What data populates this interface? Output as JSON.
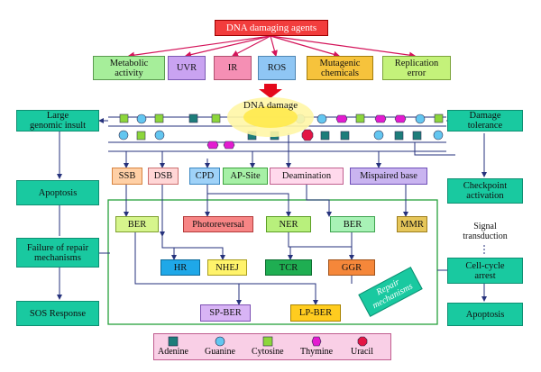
{
  "top": {
    "agents": "DNA damaging agents"
  },
  "agents": [
    {
      "label": "Metabolic\nactivity",
      "color": "#a6ee9a"
    },
    {
      "label": "UVR",
      "color": "#c9a3f1"
    },
    {
      "label": "IR",
      "color": "#f58fb4"
    },
    {
      "label": "ROS",
      "color": "#8fc6f4"
    },
    {
      "label": "Mutagenic\nchemicals",
      "color": "#f6c33c"
    },
    {
      "label": "Replication\nerror",
      "color": "#c4f27a"
    }
  ],
  "damage": {
    "label": "DNA damage"
  },
  "left": {
    "large_insult": "Large\ngenomic insult",
    "apoptosis": "Apoptosis",
    "failure": "Failure of repair\nmechanisms",
    "sos": "SOS Response"
  },
  "right": {
    "tolerance": "Damage\ntolerance",
    "checkpoint": "Checkpoint\nactivation",
    "signal": "Signal\ntransduction",
    "arrest": "Cell-cycle\narrest",
    "apoptosis": "Apoptosis"
  },
  "lesions": {
    "ssb": "SSB",
    "dsb": "DSB",
    "cpd": "CPD",
    "ap": "AP-Site",
    "deamination": "Deamination",
    "mispaired": "Mispaired base"
  },
  "repair": {
    "ber1": "BER",
    "photoreversal": "Photoreversal",
    "ner": "NER",
    "ber2": "BER",
    "mmr": "MMR",
    "hr": "HR",
    "nhej": "NHEJ",
    "tcr": "TCR",
    "ggr": "GGR",
    "spber": "SP-BER",
    "lpber": "LP-BER",
    "mechanisms": "Repair\nmechanisms"
  },
  "legend": [
    {
      "label": "Adenine",
      "color": "#1d7d7a",
      "shape": "pentagon"
    },
    {
      "label": "Guanine",
      "color": "#63c6f0",
      "shape": "circle"
    },
    {
      "label": "Cytosine",
      "color": "#8cd63b",
      "shape": "square"
    },
    {
      "label": "Thymine",
      "color": "#e31bd0",
      "shape": "hexagon"
    },
    {
      "label": "Uracil",
      "color": "#e31645",
      "shape": "octagon"
    }
  ],
  "colors": {
    "side": "#19c9a0",
    "arrow_red": "#d4145a",
    "navy": "#26327c",
    "repair_frame": "#27a23c"
  }
}
